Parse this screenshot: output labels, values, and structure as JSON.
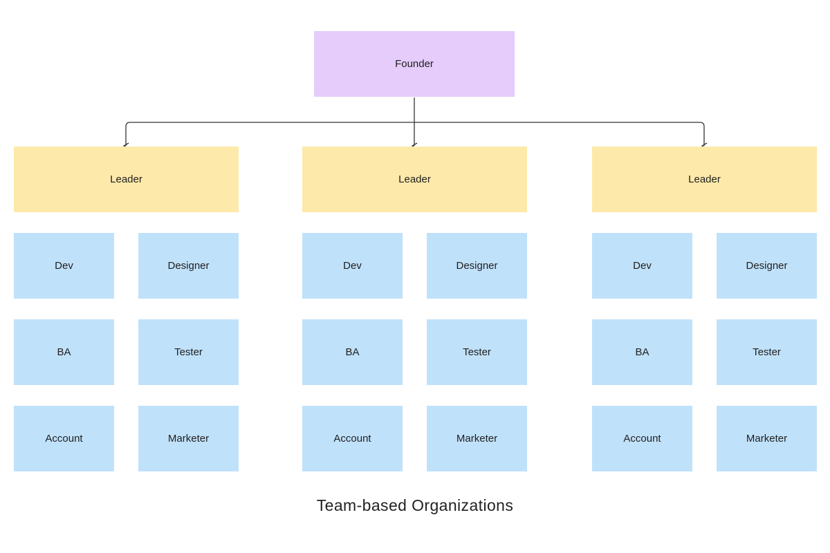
{
  "founder": {
    "label": "Founder"
  },
  "teams": [
    {
      "leader": "Leader",
      "members": [
        "Dev",
        "Designer",
        "BA",
        "Tester",
        "Account",
        "Marketer"
      ]
    },
    {
      "leader": "Leader",
      "members": [
        "Dev",
        "Designer",
        "BA",
        "Tester",
        "Account",
        "Marketer"
      ]
    },
    {
      "leader": "Leader",
      "members": [
        "Dev",
        "Designer",
        "BA",
        "Tester",
        "Account",
        "Marketer"
      ]
    }
  ],
  "caption": "Team-based Organizations",
  "colors": {
    "founder": "#e5ccfb",
    "leader": "#fde9a9",
    "member": "#c0e1fa",
    "connector": "#333333"
  }
}
